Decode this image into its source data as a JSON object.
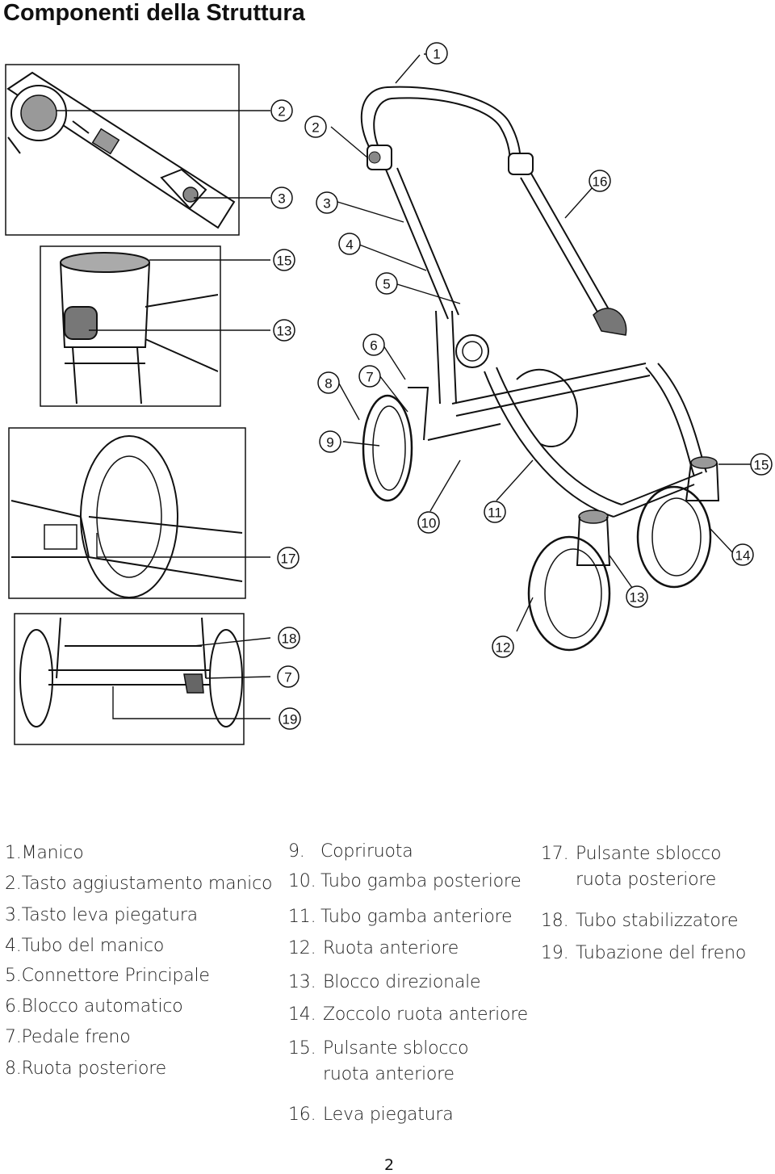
{
  "page": {
    "title": "Componenti della Struttura",
    "page_number": "2"
  },
  "callouts": {
    "c1": "1",
    "c2a": "2",
    "c2b": "2",
    "c3a": "3",
    "c3b": "3",
    "c4": "4",
    "c5": "5",
    "c6": "6",
    "c7a": "7",
    "c7b": "7",
    "c8": "8",
    "c9": "9",
    "c10": "10",
    "c11": "11",
    "c12": "12",
    "c13a": "13",
    "c13b": "13",
    "c14": "14",
    "c15a": "15",
    "c15b": "15",
    "c16": "16",
    "c17": "17",
    "c18": "18",
    "c19": "19"
  },
  "legend": {
    "col1": [
      {
        "num": "1.",
        "label": "Manico"
      },
      {
        "num": "2.",
        "label": "Tasto aggiustamento manico"
      },
      {
        "num": "3.",
        "label": "Tasto leva piegatura"
      },
      {
        "num": "4.",
        "label": "Tubo del manico"
      },
      {
        "num": "5.",
        "label": "Connettore Principale"
      },
      {
        "num": "6.",
        "label": "Blocco automatico"
      },
      {
        "num": "7.",
        "label": "Pedale freno"
      },
      {
        "num": "8.",
        "label": "Ruota posteriore"
      }
    ],
    "col2": [
      {
        "num": "9.",
        "label": "Copriruota"
      },
      {
        "num": "10.",
        "label": "Tubo gamba posteriore"
      },
      {
        "num": "11.",
        "label": "Tubo gamba anteriore"
      },
      {
        "num": "12.",
        "label": "Ruota anteriore"
      },
      {
        "num": "13.",
        "label": "Blocco direzionale"
      },
      {
        "num": "14.",
        "label": "Zoccolo ruota anteriore"
      },
      {
        "num": "15.",
        "label": "Pulsante sblocco"
      },
      {
        "num": "",
        "label": "ruota anteriore"
      },
      {
        "num": "16.",
        "label": "Leva piegatura"
      }
    ],
    "col3": [
      {
        "num": "17.",
        "label": "Pulsante sblocco"
      },
      {
        "num": "",
        "label": "ruota posteriore"
      },
      {
        "num": "18.",
        "label": "Tubo stabilizzatore"
      },
      {
        "num": "19.",
        "label": "Tubazione del freno"
      }
    ]
  }
}
